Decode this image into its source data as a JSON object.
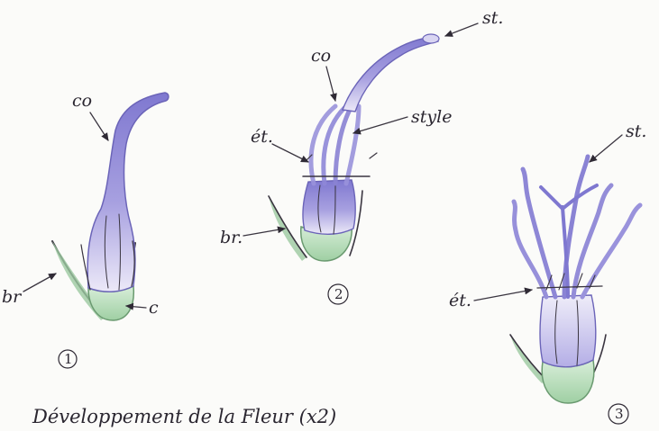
{
  "figure": {
    "caption": "Développement de la Fleur (x2)",
    "stages": [
      {
        "number": "1",
        "labels": {
          "co": "co",
          "br": "br",
          "c": "c"
        }
      },
      {
        "number": "2",
        "labels": {
          "st": "st.",
          "co": "co",
          "et": "ét.",
          "style": "style",
          "br": "br."
        }
      },
      {
        "number": "3",
        "labels": {
          "st": "st.",
          "et": "ét."
        }
      }
    ]
  },
  "colors": {
    "corolla": "#8e86d6",
    "corolla_light": "#e6e3f6",
    "calyx": "#b6dcb8",
    "bract": "#7fae86",
    "ink": "#3a3540"
  },
  "icons": [
    "flower-bud-drawing",
    "opening-flower-drawing",
    "open-flower-drawing",
    "arrow-icon"
  ]
}
